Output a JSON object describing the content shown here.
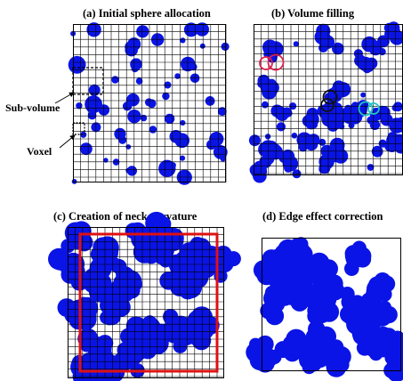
{
  "panels": {
    "a": {
      "title": "(a)  Initial sphere allocation"
    },
    "b": {
      "title": "(b)  Volume filling"
    },
    "c": {
      "title": "(c)  Creation of neck curvature"
    },
    "d": {
      "title": "(d)  Edge effect correction"
    }
  },
  "labels": {
    "subvolume": "Sub-volume",
    "voxel": "Voxel"
  },
  "colors": {
    "fill": "#0a14e6",
    "grid": "#000000",
    "frame": "#e01010",
    "circle_red": "#e0204a",
    "circle_teal": "#22c4c4"
  }
}
